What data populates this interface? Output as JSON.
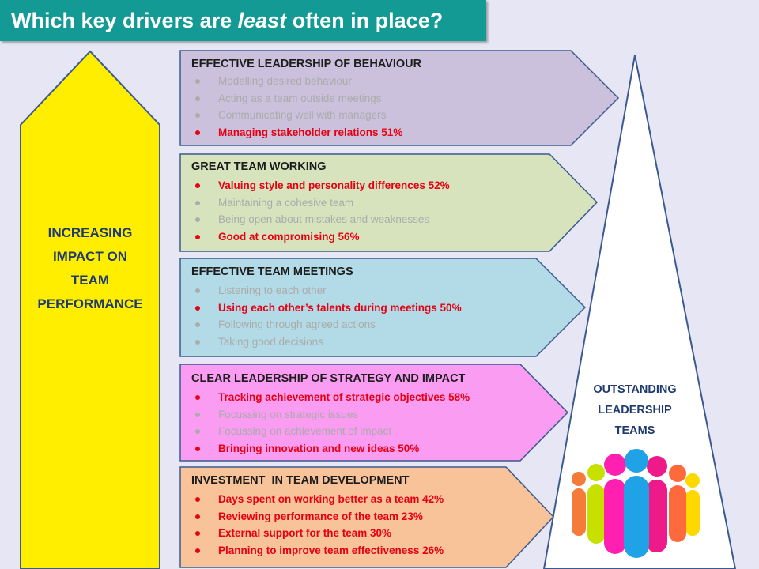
{
  "title": {
    "prefix": "Which key drivers are ",
    "emphasis": "least",
    "suffix": " often in place?"
  },
  "left_arrow": {
    "lines": [
      "INCREASING",
      "IMPACT ON",
      "TEAM",
      "PERFORMANCE"
    ],
    "color": "#ffee00"
  },
  "right_triangle": {
    "lines": [
      "OUTSTANDING",
      "LEADERSHIP",
      "TEAMS"
    ],
    "icon": "team-people-icon"
  },
  "panels": [
    {
      "heading": "EFFECTIVE LEADERSHIP OF BEHAVIOUR",
      "color": "#cbc1dd",
      "items": [
        {
          "text": "Modelling desired behaviour",
          "highlight": false
        },
        {
          "text": "Acting as a team outside meetings",
          "highlight": false
        },
        {
          "text": "Communicating well with managers",
          "highlight": false
        },
        {
          "text": "Managing stakeholder relations 51%",
          "highlight": true
        }
      ]
    },
    {
      "heading": "GREAT TEAM WORKING",
      "color": "#d6e3bd",
      "items": [
        {
          "text": "Valuing style and personality differences 52%",
          "highlight": true
        },
        {
          "text": "Maintaining a cohesive team",
          "highlight": false
        },
        {
          "text": "Being open about mistakes and weaknesses",
          "highlight": false
        },
        {
          "text": "Good at compromising 56%",
          "highlight": true
        }
      ]
    },
    {
      "heading": "EFFECTIVE TEAM MEETINGS",
      "color": "#b2dbe7",
      "items": [
        {
          "text": "Listening to each other",
          "highlight": false
        },
        {
          "text": "Using each other’s talents during meetings 50%",
          "highlight": true
        },
        {
          "text": "Following through agreed actions",
          "highlight": false
        },
        {
          "text": "Taking good decisions",
          "highlight": false
        }
      ]
    },
    {
      "heading": "CLEAR LEADERSHIP OF STRATEGY AND IMPACT",
      "color": "#f99cf2",
      "items": [
        {
          "text": "Tracking achievement of strategic objectives 58%",
          "highlight": true
        },
        {
          "text": "Focussing on strategic issues",
          "highlight": false
        },
        {
          "text": "Focussing on achievement of impact",
          "highlight": false
        },
        {
          "text": "Bringing innovation and new ideas 50%",
          "highlight": true
        }
      ]
    },
    {
      "heading": "INVESTMENT  IN TEAM DEVELOPMENT",
      "color": "#f9c39a",
      "items": [
        {
          "text": "Days spent on working better as a team 42%",
          "highlight": true
        },
        {
          "text": "Reviewing performance of the team 23%",
          "highlight": true
        },
        {
          "text": "External support for the team 30%",
          "highlight": true
        },
        {
          "text": "Planning to improve team effectiveness 26%",
          "highlight": true
        }
      ]
    }
  ]
}
